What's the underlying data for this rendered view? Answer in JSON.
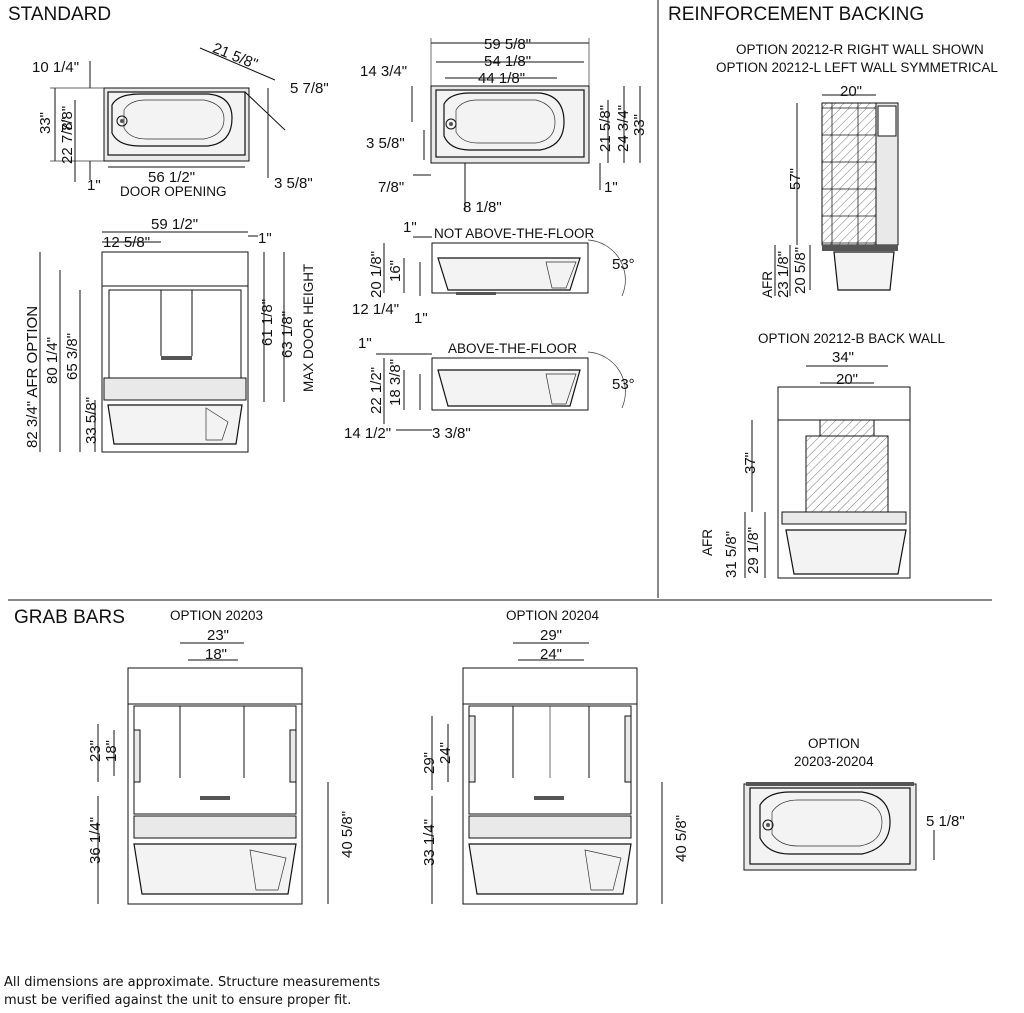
{
  "sections": {
    "standard": "STANDARD",
    "reinforcement": "REINFORCEMENT BACKING",
    "grab_bars": "GRAB BARS"
  },
  "standard": {
    "plan1": {
      "d_10_1_4": "10 1/4\"",
      "d_21_5_8": "21 5/8\"",
      "d_5_7_8": "5 7/8\"",
      "d_33": "33\"",
      "d_7_8": "7/8\"",
      "d_22_7_8": "22 7/8\"",
      "d_56_1_2": "56 1/2\"",
      "d_1": "1\"",
      "d_3_5_8": "3 5/8\"",
      "door": "DOOR OPENING"
    },
    "plan2": {
      "d_59_5_8": "59 5/8\"",
      "d_54_1_8": "54 1/8\"",
      "d_44_1_8": "44 1/8\"",
      "d_14_3_4": "14 3/4\"",
      "d_3_5_8": "3 5/8\"",
      "d_21_5_8": "21 5/8\"",
      "d_24_3_4": "24 3/4\"",
      "d_33": "33\"",
      "d_7_8": "7/8\"",
      "d_8_1_8": "8 1/8\"",
      "d_1": "1\""
    },
    "elev": {
      "d_59_1_2": "59 1/2\"",
      "d_12_5_8": "12 5/8\"",
      "d_1": "1\"",
      "afr": "82 3/4\" AFR OPTION",
      "d_80_1_4": "80 1/4\"",
      "d_65_3_8": "65 3/8\"",
      "d_33_5_8": "33 5/8\"",
      "d_61_1_8": "61 1/8\"",
      "d_63_1_8": "63 1/8\"",
      "maxdoor": "MAX DOOR HEIGHT"
    },
    "naf": {
      "title": "NOT ABOVE-THE-FLOOR",
      "d_1": "1\"",
      "d_20_1_8": "20 1/8\"",
      "d_16": "16\"",
      "d_12_1_4": "12 1/4\"",
      "d_1b": "1\"",
      "angle": "53°"
    },
    "af": {
      "title": "ABOVE-THE-FLOOR",
      "d_1": "1\"",
      "d_22_1_2": "22 1/2\"",
      "d_18_3_8": "18 3/8\"",
      "d_14_1_2": "14 1/2\"",
      "d_3_3_8": "3 3/8\"",
      "angle": "53°"
    }
  },
  "reinforcement": {
    "side_title1": "OPTION 20212-R RIGHT WALL SHOWN",
    "side_title2": "OPTION 20212-L LEFT WALL SYMMETRICAL",
    "s_20": "20\"",
    "s_57": "57\"",
    "s_afr": "AFR",
    "s_23_1_8": "23 1/8\"",
    "s_20_5_8": "20 5/8\"",
    "back_title": "OPTION 20212-B BACK WALL",
    "b_34": "34\"",
    "b_20": "20\"",
    "b_37": "37\"",
    "b_afr": "AFR",
    "b_31_5_8": "31 5/8\"",
    "b_29_1_8": "29 1/8\""
  },
  "grab": {
    "opt1": {
      "title": "OPTION 20203",
      "d_23": "23\"",
      "d_18": "18\"",
      "v_23": "23\"",
      "v_18": "18\"",
      "v_36_1_4": "36 1/4\"",
      "v_40_5_8": "40 5/8\""
    },
    "opt2": {
      "title": "OPTION 20204",
      "d_29": "29\"",
      "d_24": "24\"",
      "v_29": "29\"",
      "v_24": "24\"",
      "v_33_1_4": "33 1/4\"",
      "v_40_5_8": "40 5/8\""
    },
    "plan": {
      "title1": "OPTION",
      "title2": "20203-20204",
      "d_5_1_8": "5 1/8\""
    }
  },
  "note": {
    "line1": "All dimensions are approximate. Structure measurements",
    "line2": "must be verified against the unit to ensure proper fit."
  }
}
